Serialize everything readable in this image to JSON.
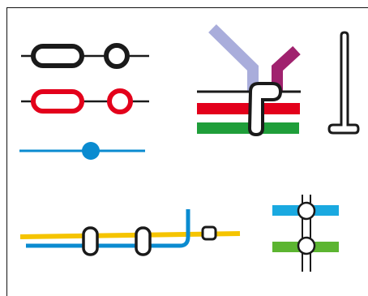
{
  "colors": {
    "black": "#1a1a1a",
    "red": "#e3001b",
    "blue": "#0a8bd0",
    "cyan": "#1aa9e0",
    "lavender": "#a9addb",
    "purple": "#a0226e",
    "green": "#1f9e3a",
    "lime": "#5cb531",
    "yellow": "#f5c400",
    "station_fill": "#ffffff"
  },
  "symbols": [
    "interchange-station-black",
    "interchange-station-red",
    "simple-station-blue",
    "multi-line-interchange",
    "terminus-stub",
    "parallel-lines-interchange",
    "two-line-junction-station"
  ]
}
